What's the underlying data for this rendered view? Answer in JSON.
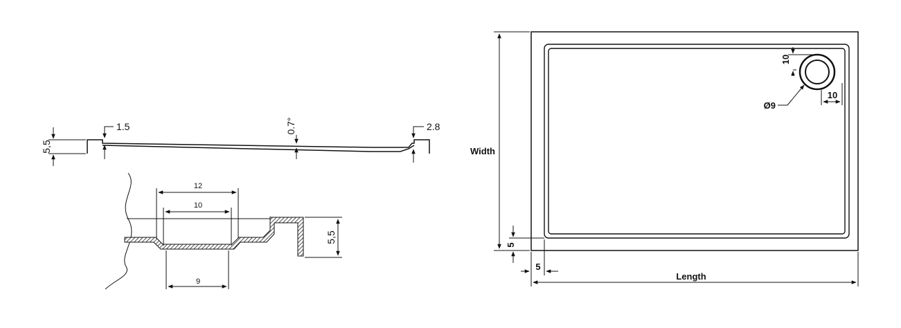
{
  "profile_view": {
    "dim_height": "5,5",
    "dim_left_step": "1.5",
    "dim_slope": "0.7°",
    "dim_right_step": "2.8"
  },
  "drain_section": {
    "dim_outer": "12",
    "dim_inner": "10",
    "dim_bottom": "9",
    "dim_rim": "5,5"
  },
  "plan_view": {
    "label_width": "Width",
    "label_length": "Length",
    "dim_drain_top": "10",
    "dim_drain_side": "10",
    "dim_drain_diameter": "Ø9",
    "dim_corner_vertical": "5",
    "dim_corner_horizontal": "5"
  }
}
